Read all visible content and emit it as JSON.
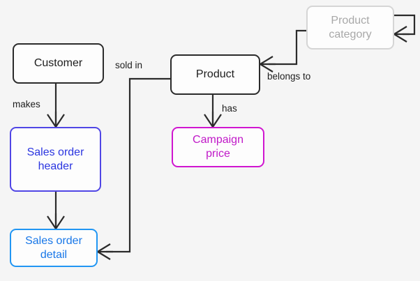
{
  "diagram": {
    "type": "entity-relationship-diagram",
    "background_color": "#f5f5f5",
    "entities": [
      {
        "id": "customer",
        "label": "Customer",
        "border_color": "#2b2b2b",
        "text_color": "#1d1d1d",
        "state": "normal"
      },
      {
        "id": "product",
        "label": "Product",
        "border_color": "#2b2b2b",
        "text_color": "#1d1d1d",
        "state": "normal"
      },
      {
        "id": "product_category",
        "label": "Product\ncategory",
        "border_color": "#d5d5d5",
        "text_color": "#a8a8a8",
        "state": "greyed-out"
      },
      {
        "id": "sales_order_header",
        "label": "Sales order\nheader",
        "border_color": "#5046e5",
        "text_color": "#2b35e0",
        "state": "normal"
      },
      {
        "id": "sales_order_detail",
        "label": "Sales order\ndetail",
        "border_color": "#2196f3",
        "text_color": "#1877e8",
        "state": "normal"
      },
      {
        "id": "campaign_price",
        "label": "Campaign\nprice",
        "border_color": "#d016d0",
        "text_color": "#c018c8",
        "state": "normal"
      }
    ],
    "relationships": [
      {
        "id": "makes",
        "label": "makes",
        "from": "customer",
        "to": "sales_order_header",
        "to_cardinality": "crows-foot-many"
      },
      {
        "id": "header_detail",
        "label": "",
        "from": "sales_order_header",
        "to": "sales_order_detail",
        "to_cardinality": "crows-foot-many"
      },
      {
        "id": "sold_in",
        "label": "sold in",
        "from": "product",
        "to": "sales_order_detail",
        "to_cardinality": "crows-foot-many"
      },
      {
        "id": "has",
        "label": "has",
        "from": "product",
        "to": "campaign_price",
        "to_cardinality": "crows-foot-many"
      },
      {
        "id": "belongs_to",
        "label": "belongs to",
        "from": "product",
        "to": "product_category",
        "to_cardinality": "crows-foot-many"
      },
      {
        "id": "category_self",
        "label": "",
        "from": "product_category",
        "to": "product_category",
        "to_cardinality": "crows-foot-many"
      }
    ]
  }
}
